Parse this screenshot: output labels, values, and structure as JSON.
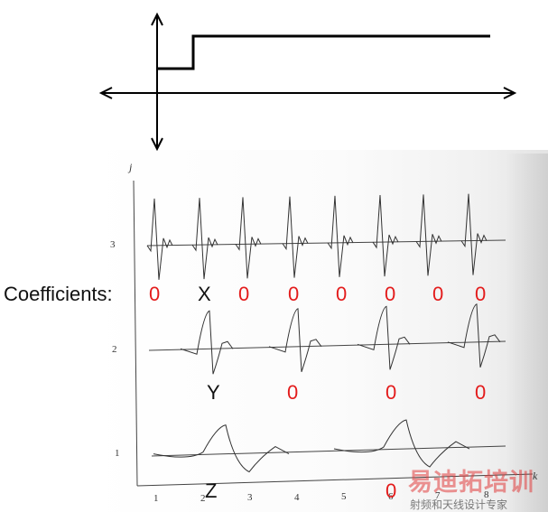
{
  "coefficients": {
    "label": "Coefficients:",
    "row3": [
      "0",
      "X",
      "0",
      "0",
      "0",
      "0",
      "0",
      "0"
    ],
    "row2": [
      "Y",
      "0",
      "0",
      "0"
    ],
    "row1": [
      "Z",
      "0"
    ]
  },
  "axes": {
    "vertical_label": "j",
    "horizontal_label": "k",
    "j_ticks": [
      "1",
      "2",
      "3"
    ],
    "k_ticks": [
      "1",
      "2",
      "3",
      "4",
      "5",
      "6",
      "7",
      "8"
    ]
  },
  "watermark": {
    "title": "易迪拓培训",
    "subtitle": "射频和天线设计专家"
  },
  "colors": {
    "coefficient_zero": "#e31b1b",
    "coefficient_symbol": "#111111",
    "step_line": "#000000"
  }
}
